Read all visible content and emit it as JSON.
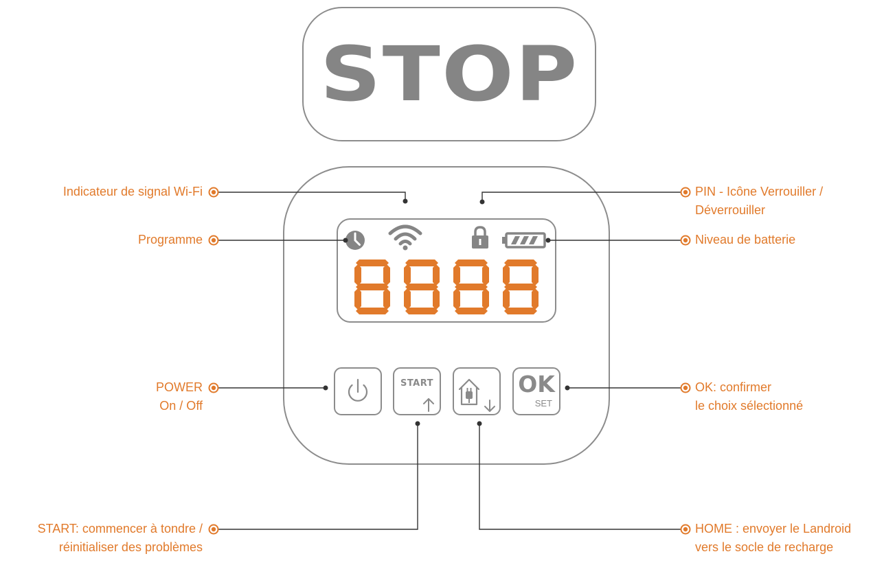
{
  "stop_button": {
    "label": "STOP"
  },
  "display": {
    "digits": "8888",
    "icons": [
      "clock-icon",
      "wifi-icon",
      "lock-icon",
      "battery-icon"
    ]
  },
  "buttons": {
    "power": {
      "icon": "power-icon"
    },
    "start": {
      "label": "START",
      "icon": "arrow-up-icon"
    },
    "home": {
      "icon": "home-plug-icon",
      "arrow": "arrow-down-icon"
    },
    "ok": {
      "label": "OK",
      "sublabel": "SET"
    }
  },
  "callouts": {
    "wifi": {
      "lines": [
        "Indicateur de signal Wi-Fi"
      ]
    },
    "schedule": {
      "lines": [
        "Programme"
      ]
    },
    "power": {
      "lines": [
        "POWER",
        "On / Off"
      ]
    },
    "start": {
      "lines": [
        "START: commencer à tondre /",
        "réinitialiser des problèmes"
      ]
    },
    "pin": {
      "lines": [
        "PIN - Icône Verrouiller /",
        "Déverrouiller"
      ]
    },
    "battery": {
      "lines": [
        "Niveau de batterie"
      ]
    },
    "ok": {
      "lines": [
        "OK: confirmer",
        "le choix sélectionné"
      ]
    },
    "home": {
      "lines": [
        "HOME : envoyer le Landroid",
        "vers le socle de recharge"
      ]
    }
  },
  "colors": {
    "accent": "#e17a2b",
    "outline": "#8c8c8c",
    "icon_gray": "#8a8a8a",
    "connector": "#333333"
  }
}
